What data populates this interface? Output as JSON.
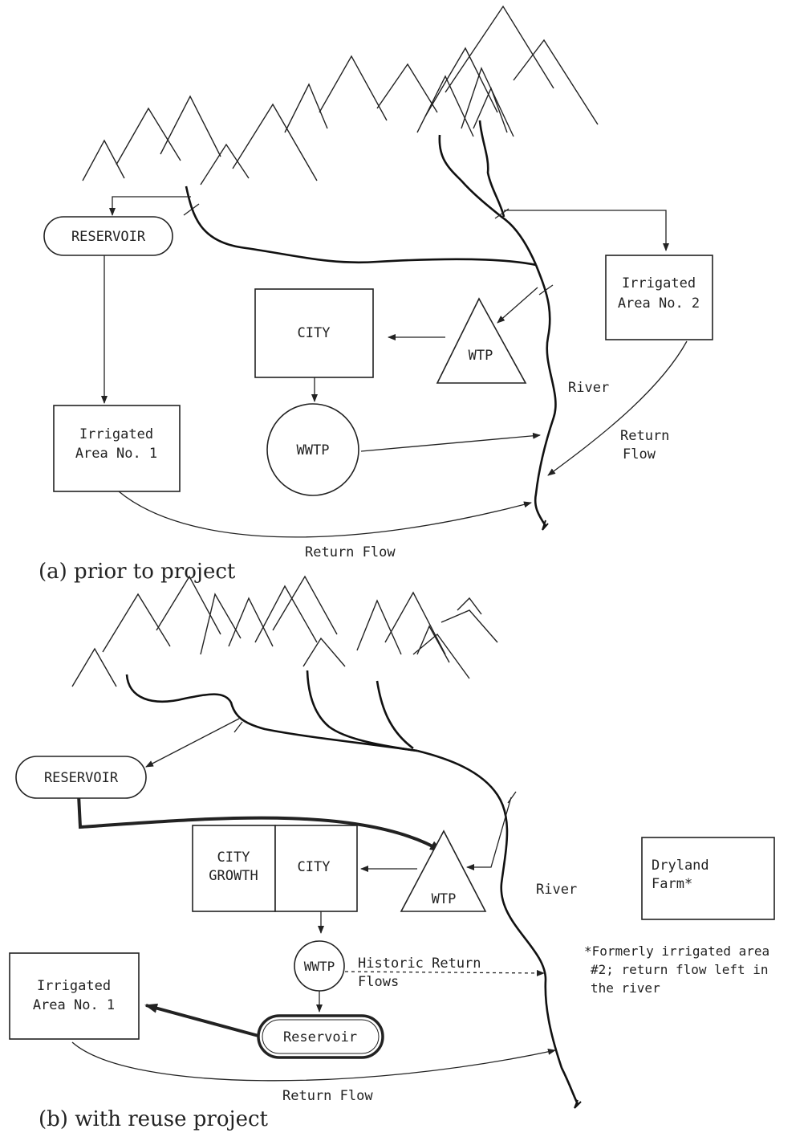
{
  "panel_a": {
    "reservoir": "RESERVOIR",
    "irrigated_1": [
      "Irrigated",
      "Area No. 1"
    ],
    "irrigated_2": [
      "Irrigated",
      "Area No. 2"
    ],
    "city": "CITY",
    "wtp": "WTP",
    "wwtp": "WWTP",
    "river": "River",
    "return_flow_right": [
      "Return",
      "Flow"
    ],
    "return_flow_bottom": "Return Flow",
    "caption": "(a) prior to project"
  },
  "panel_b": {
    "reservoir_top": "RESERVOIR",
    "city_growth": [
      "CITY",
      "GROWTH"
    ],
    "city": "CITY",
    "wtp": "WTP",
    "river": "River",
    "dryland": [
      "Dryland",
      "Farm*"
    ],
    "footnote": [
      "*Formerly irrigated area",
      "#2; return flow left in",
      "the river"
    ],
    "wwtp": "WWTP",
    "historic": [
      "Historic Return",
      "Flows"
    ],
    "irrigated_1": [
      "Irrigated",
      "Area No. 1"
    ],
    "reservoir_bottom": "Reservoir",
    "return_flow_bottom": "Return Flow",
    "caption": "(b) with reuse project"
  }
}
